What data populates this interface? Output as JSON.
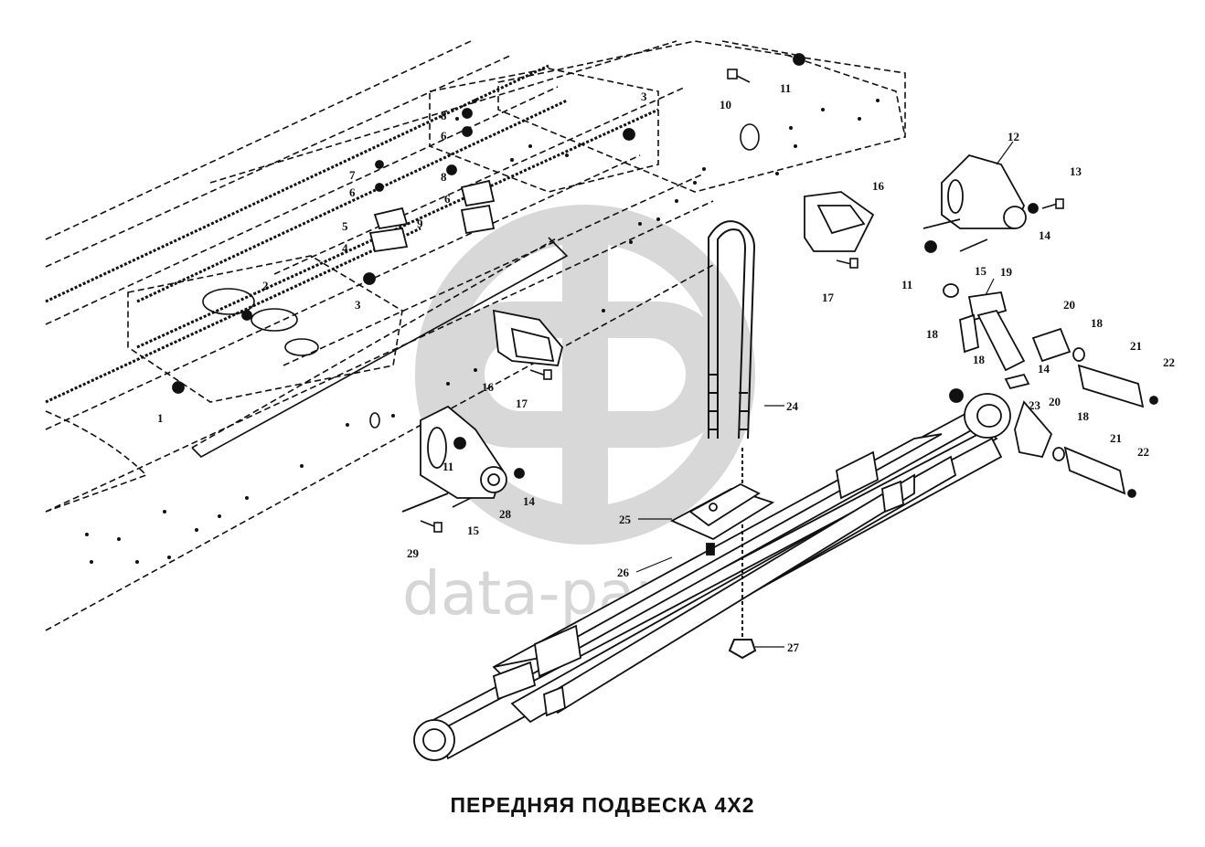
{
  "title": "ПЕРЕДНЯЯ ПОДВЕСКА 4Х2",
  "watermark": {
    "text": "data-parts",
    "logo_icon": "dp-logo-icon",
    "color": "#d4d4d4"
  },
  "callouts": [
    {
      "id": "c1",
      "label": "1"
    },
    {
      "id": "c2",
      "label": "2"
    },
    {
      "id": "c3a",
      "label": "3"
    },
    {
      "id": "c3b",
      "label": "3"
    },
    {
      "id": "c4",
      "label": "4"
    },
    {
      "id": "c5",
      "label": "5"
    },
    {
      "id": "c6a",
      "label": "6"
    },
    {
      "id": "c6b",
      "label": "6"
    },
    {
      "id": "c6c",
      "label": "6"
    },
    {
      "id": "c7",
      "label": "7"
    },
    {
      "id": "c8a",
      "label": "8"
    },
    {
      "id": "c8b",
      "label": "8"
    },
    {
      "id": "c9",
      "label": "9"
    },
    {
      "id": "c10",
      "label": "10"
    },
    {
      "id": "c11a",
      "label": "11"
    },
    {
      "id": "c11b",
      "label": "11"
    },
    {
      "id": "c11c",
      "label": "11"
    },
    {
      "id": "c12",
      "label": "12"
    },
    {
      "id": "c13",
      "label": "13"
    },
    {
      "id": "c14a",
      "label": "14"
    },
    {
      "id": "c14b",
      "label": "14"
    },
    {
      "id": "c14c",
      "label": "14"
    },
    {
      "id": "c15a",
      "label": "15"
    },
    {
      "id": "c15b",
      "label": "15"
    },
    {
      "id": "c16a",
      "label": "16"
    },
    {
      "id": "c16b",
      "label": "16"
    },
    {
      "id": "c17a",
      "label": "17"
    },
    {
      "id": "c17b",
      "label": "17"
    },
    {
      "id": "c18a",
      "label": "18"
    },
    {
      "id": "c18b",
      "label": "18"
    },
    {
      "id": "c18c",
      "label": "18"
    },
    {
      "id": "c18d",
      "label": "18"
    },
    {
      "id": "c19",
      "label": "19"
    },
    {
      "id": "c20a",
      "label": "20"
    },
    {
      "id": "c20b",
      "label": "20"
    },
    {
      "id": "c21a",
      "label": "21"
    },
    {
      "id": "c21b",
      "label": "21"
    },
    {
      "id": "c22a",
      "label": "22"
    },
    {
      "id": "c22b",
      "label": "22"
    },
    {
      "id": "c23",
      "label": "23"
    },
    {
      "id": "c24",
      "label": "24"
    },
    {
      "id": "c25",
      "label": "25"
    },
    {
      "id": "c26",
      "label": "26"
    },
    {
      "id": "c27",
      "label": "27"
    },
    {
      "id": "c28",
      "label": "28"
    },
    {
      "id": "c29",
      "label": "29"
    }
  ]
}
